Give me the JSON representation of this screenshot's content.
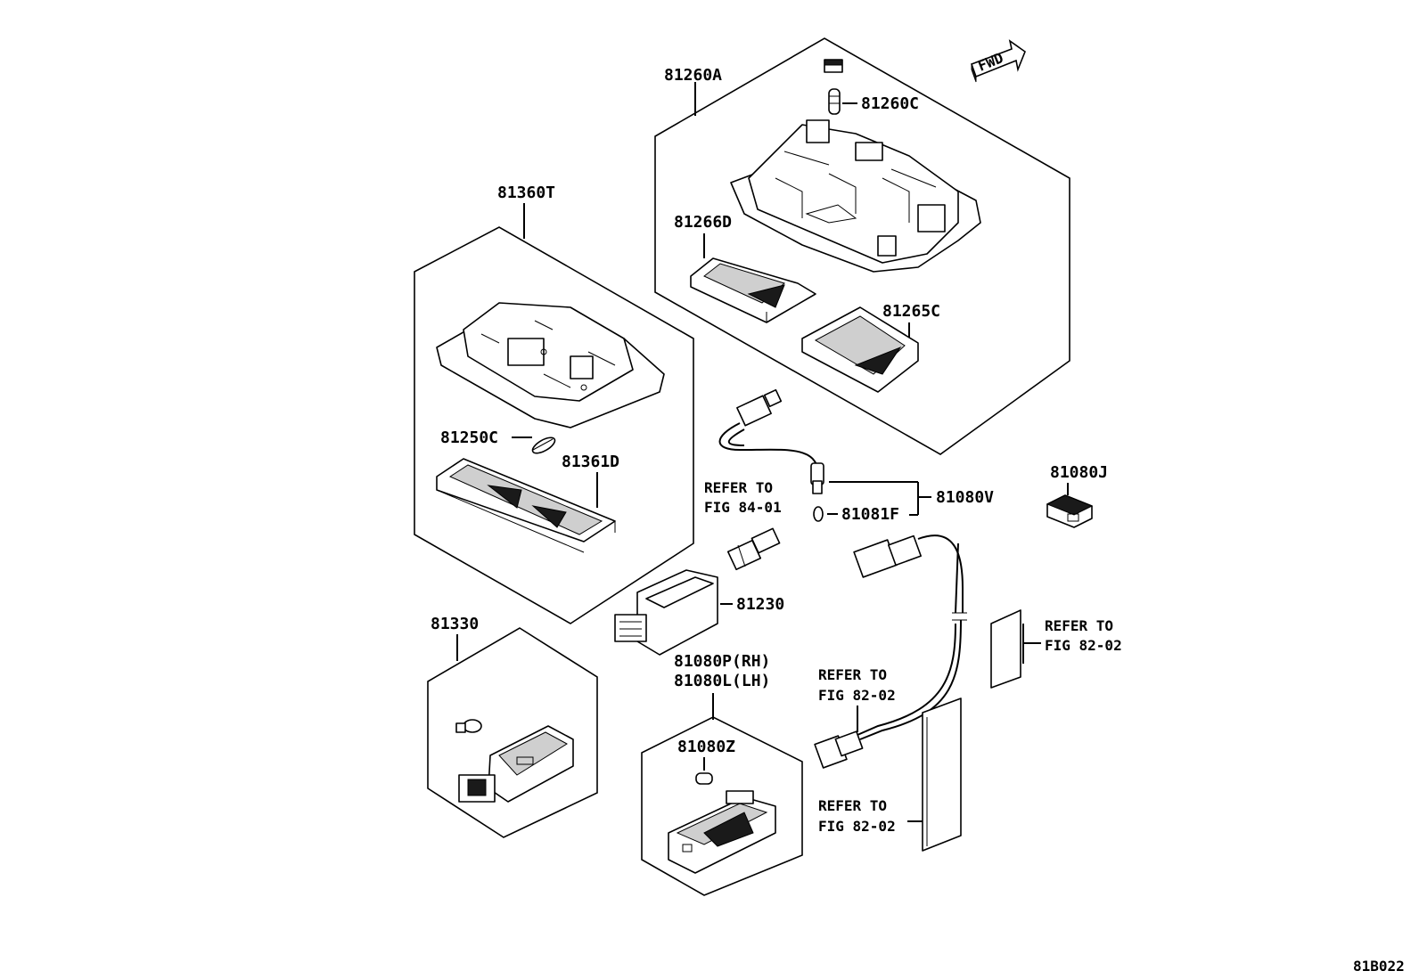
{
  "labels": {
    "p81260A": "81260A",
    "p81260C": "81260C",
    "p81266D": "81266D",
    "p81265C": "81265C",
    "p81360T": "81360T",
    "p81250C": "81250C",
    "p81361D": "81361D",
    "refer_8401_a": "REFER TO",
    "refer_8401_b": "FIG 84-01",
    "p81080V": "81080V",
    "p81081F": "81081F",
    "p81080J": "81080J",
    "p81230": "81230",
    "refer_8202_right_a": "REFER TO",
    "refer_8202_right_b": "FIG 82-02",
    "p81330": "81330",
    "p81080P": "81080P(RH)",
    "p81080L": "81080L(LH)",
    "refer_8202_mid_a": "REFER TO",
    "refer_8202_mid_b": "FIG 82-02",
    "p81080Z": "81080Z",
    "refer_8202_low_a": "REFER TO",
    "refer_8202_low_b": "FIG 82-02",
    "fwd": "FWD",
    "figure_code": "81B022"
  },
  "icons": [
    "fwd-arrow-icon"
  ]
}
